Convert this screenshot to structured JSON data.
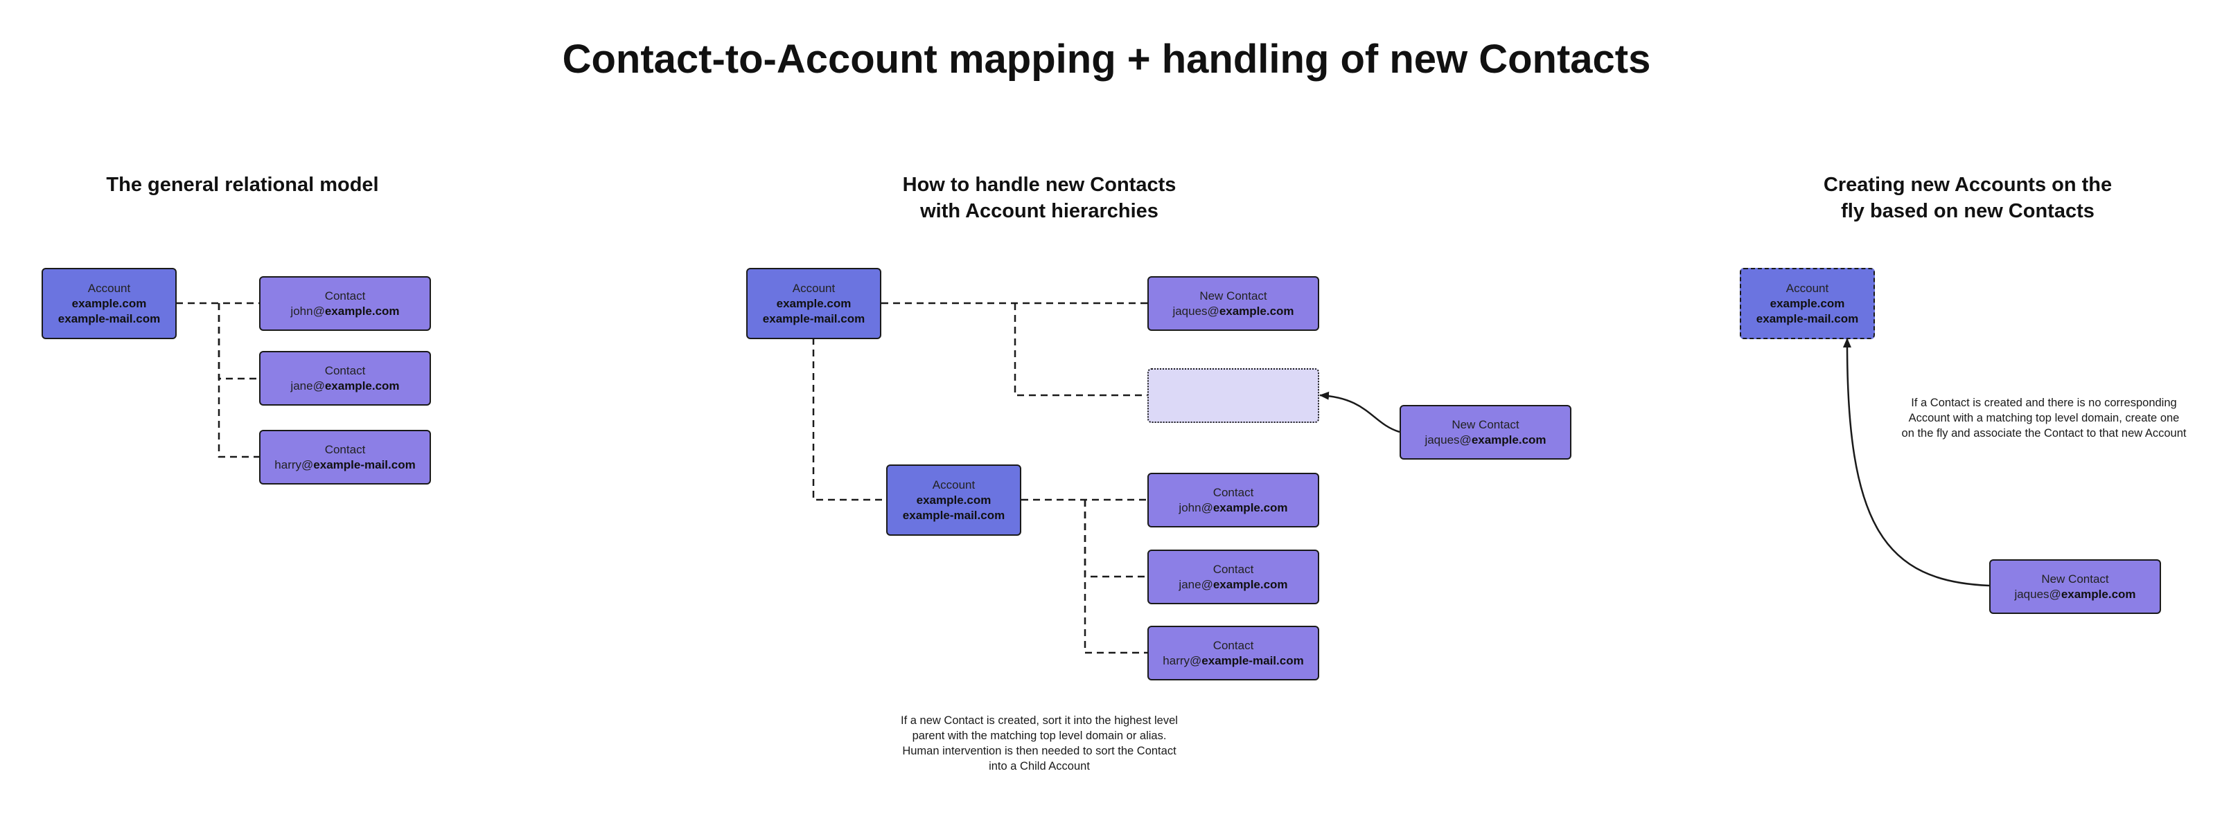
{
  "title": "Contact-to-Account mapping + handling of new Contacts",
  "sections": {
    "general": {
      "title": "The general relational model"
    },
    "hierarchies": {
      "title_line1": "How to handle new Contacts",
      "title_line2": "with Account hierarchies"
    },
    "new_accounts": {
      "title_line1": "Creating new Accounts on the",
      "title_line2": "fly based on new Contacts"
    }
  },
  "account": {
    "label": "Account",
    "domain1": "example.com",
    "domain2": "example-mail.com"
  },
  "contacts": {
    "label": "Contact",
    "new_label": "New Contact",
    "john_user": "john@",
    "jane_user": "jane@",
    "harry_user": "harry@",
    "jaques_user": "jaques@",
    "domain": "example.com",
    "domain_mail": "example-mail.com"
  },
  "notes": {
    "hierarchy": {
      "line1": "If a new Contact is created, sort it into the highest level",
      "line2": "parent with the matching top level domain or alias.",
      "line3": "Human intervention is then needed to sort the Contact",
      "line4": "into a Child Account"
    },
    "new_account": {
      "line1": "If a Contact is created and there is no corresponding",
      "line2": "Account with a matching top level domain, create one",
      "line3": "on the fly and associate the Contact to that new Account"
    }
  },
  "colors": {
    "account": "#6b74e0",
    "contact": "#8c7fe6",
    "placeholder": "#dcd9f7",
    "border": "#1a1a1a"
  }
}
